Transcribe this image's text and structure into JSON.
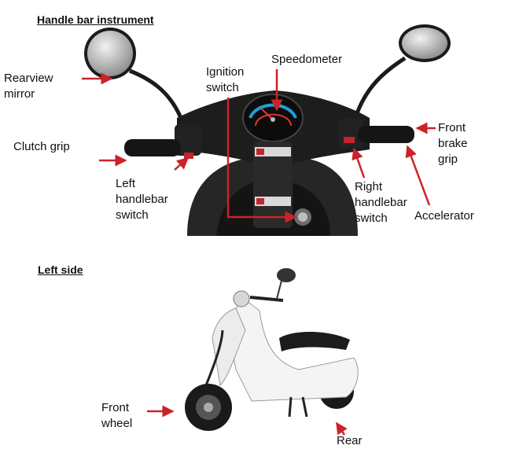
{
  "sections": {
    "handlebar_heading": "Handle bar instrument",
    "leftside_heading": "Left side"
  },
  "labels": {
    "rearview_mirror": "Rearview\nmirror",
    "clutch_grip": "Clutch grip",
    "ignition_switch": "Ignition\nswitch",
    "speedometer": "Speedometer",
    "left_handlebar_switch": "Left\nhandlebar\nswitch",
    "right_handlebar_switch": "Right\nhandlebar\nswitch",
    "front_brake_grip": "Front\nbrake\ngrip",
    "accelerator": "Accelerator",
    "front_wheel": "Front\nwheel",
    "rear": "Rear"
  },
  "colors": {
    "arrow": "#cc2229",
    "panel": "#1a1a1a",
    "text": "#111111"
  }
}
